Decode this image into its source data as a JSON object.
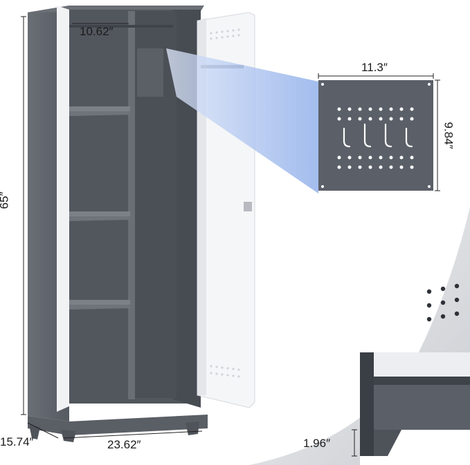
{
  "dimensions": {
    "cabinet_height": "65″",
    "cabinet_width": "23.62″",
    "cabinet_depth": "15.74″",
    "inner_width": "10.62″",
    "pegboard_width": "11.3″",
    "pegboard_height": "9.84″",
    "leg_height": "1.96″"
  },
  "colors": {
    "cabinet_body": "#5f636a",
    "cabinet_dark": "#4a4e55",
    "door_white": "#f4f5f7",
    "interior_shadow": "#3c4047",
    "accent_blue": "#8fb0e8",
    "background": "#ffffff"
  }
}
